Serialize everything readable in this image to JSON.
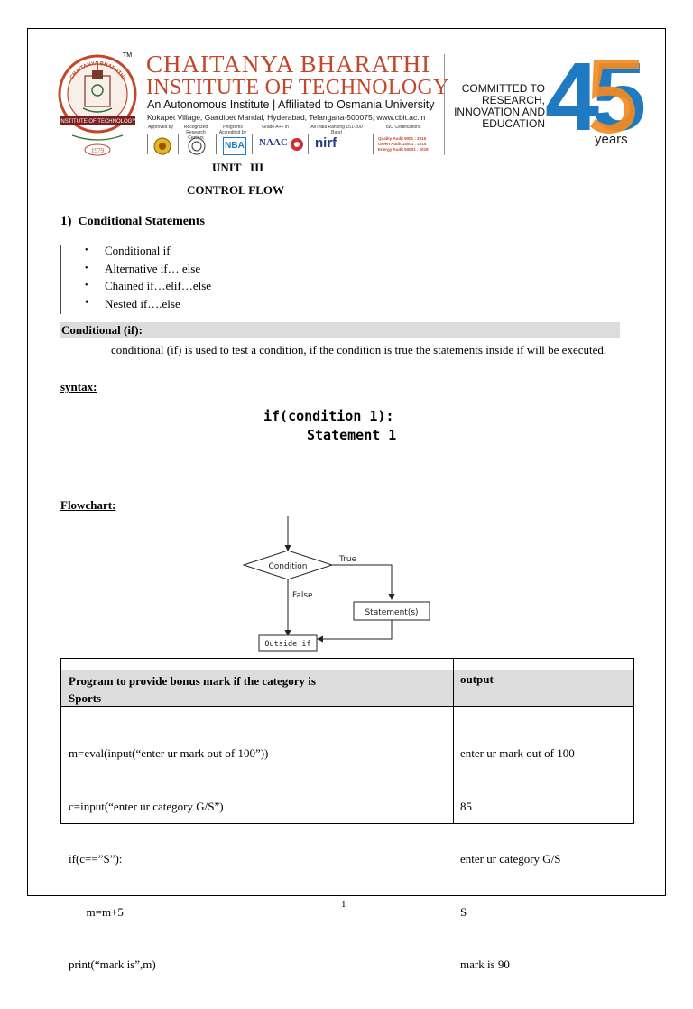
{
  "header": {
    "brand_title": "CHAITANYA BHARATHI",
    "brand_subtitle": "INSTITUTE OF TECHNOLOGY",
    "affiliation": "An Autonomous Institute | Affiliated to Osmania University",
    "address": "Kokapet Village, Gandipet Mandal, Hyderabad, Telangana-500075, www.cbit.ac.in",
    "tm": "TM",
    "logo_text_top": "CHAITANYA BHARATHI",
    "logo_text_band": "INSTITUTE OF TECHNOLOGY",
    "logo_year": "1979",
    "accreditations": [
      {
        "label": "Approved by"
      },
      {
        "label": "Recognized Research Centers"
      },
      {
        "label": "Programs Accredited by"
      },
      {
        "label": "Grade A++ in"
      },
      {
        "label": "All India Ranking 151-200 Band"
      },
      {
        "label": "ISO Certifications"
      }
    ],
    "badges": {
      "nba": "NBA",
      "naac": "NAAC",
      "nirf": "nirf"
    },
    "iso_lines": [
      "Quality Audit 9001 : 2015",
      "Green Audit 14001 : 2015",
      "Energy Audit 50001 : 2018"
    ],
    "committed_lines": [
      "COMMITTED TO",
      "RESEARCH,",
      "INNOVATION AND",
      "EDUCATION"
    ],
    "anniversary_number": "45",
    "anniversary_unit": "years",
    "colors": {
      "brand": "#c4472a",
      "blue": "#1f7ac2",
      "orange": "#f28a1f"
    }
  },
  "unit": "UNIT   III",
  "chapter": "CONTROL FLOW",
  "section": {
    "number": "1)",
    "title": "Conditional Statements"
  },
  "statement_types": [
    "Conditional if",
    "Alternative if… else",
    "Chained if…elif…else",
    "Nested if….else"
  ],
  "subsection": {
    "heading": "Conditional (if):",
    "description": "conditional (if) is used to test a condition, if the condition is true the statements inside if will be executed."
  },
  "syntax": {
    "label": "syntax:",
    "line1": "if(condition 1):",
    "line2": "Statement 1"
  },
  "flowchart": {
    "label": "Flowchart:",
    "condition": "Condition",
    "true_label": "True",
    "false_label": "False",
    "statement": "Statement(s)",
    "outside": "Outside if"
  },
  "program_table": {
    "program_header": "Program to provide bonus mark if the category is Sports",
    "output_header": "output",
    "code": [
      "m=eval(input(“enter ur mark out of 100”))",
      "c=input(“enter ur category G/S”)",
      "if(c==”S”):",
      "      m=m+5",
      "print(“mark is”,m)"
    ],
    "output": [
      "enter ur mark out of 100",
      "85",
      "enter ur category G/S",
      "S",
      "mark is 90"
    ]
  },
  "page_number": "1"
}
